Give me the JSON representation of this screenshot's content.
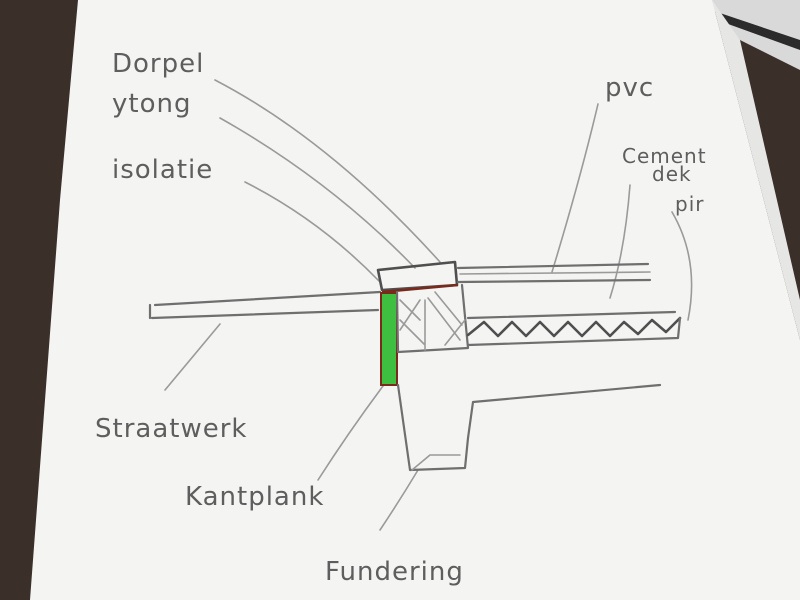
{
  "labels": {
    "dorpel": "Dorpel",
    "ytong": "ytong",
    "isolatie": "isolatie",
    "pvc": "pvc",
    "cement_line1": "Cement",
    "cement_line2": "dek",
    "pir": "pir",
    "straatwerk": "Straatwerk",
    "kantplank": "Kantplank",
    "fundering": "Fundering"
  },
  "colors": {
    "paper": "#f4f4f2",
    "background_wood": "#3b2f2a",
    "pencil": "#6f6f6f",
    "kantplank_green": "#3fbf3f",
    "kantplank_outline": "#7a2a1a",
    "dorpel_brown": "#7a2a1a"
  }
}
